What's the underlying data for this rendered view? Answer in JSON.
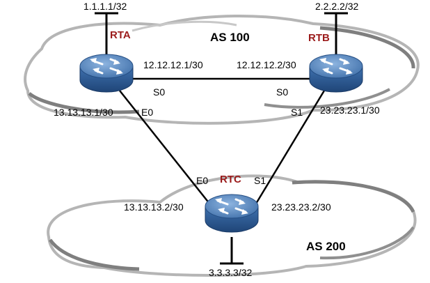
{
  "colors": {
    "router_name": "#9b1b1b",
    "router_body": "#2d5d97",
    "router_top": "#5e8cc4",
    "router_arrow": "#ffffff",
    "cloud_outline": "#9a9a9a",
    "link": "#000000"
  },
  "routers": {
    "rta": {
      "name": "RTA",
      "loopback": "1.1.1.1/32"
    },
    "rtb": {
      "name": "RTB",
      "loopback": "2.2.2.2/32"
    },
    "rtc": {
      "name": "RTC",
      "loopback": "3.3.3.3/32"
    }
  },
  "areas": {
    "as100": "AS 100",
    "as200": "AS 200"
  },
  "links": {
    "rta_rtb": {
      "rta_ip": "12.12.12.1/30",
      "rtb_ip": "12.12.12.2/30",
      "rta_if": "S0",
      "rtb_if": "S0"
    },
    "rta_rtc": {
      "rta_ip": "13.13.13.1/30",
      "rtc_ip": "13.13.13.2/30",
      "rta_if": "E0",
      "rtc_if": "E0"
    },
    "rtb_rtc": {
      "rtb_ip": "23.23.23.1/30",
      "rtc_ip": "23.23.23.2/30",
      "rtb_if": "S1",
      "rtc_if": "S1"
    }
  },
  "icons": {
    "router": "router-icon",
    "cloud": "cloud-outline",
    "loopback": "stub-network-icon"
  }
}
